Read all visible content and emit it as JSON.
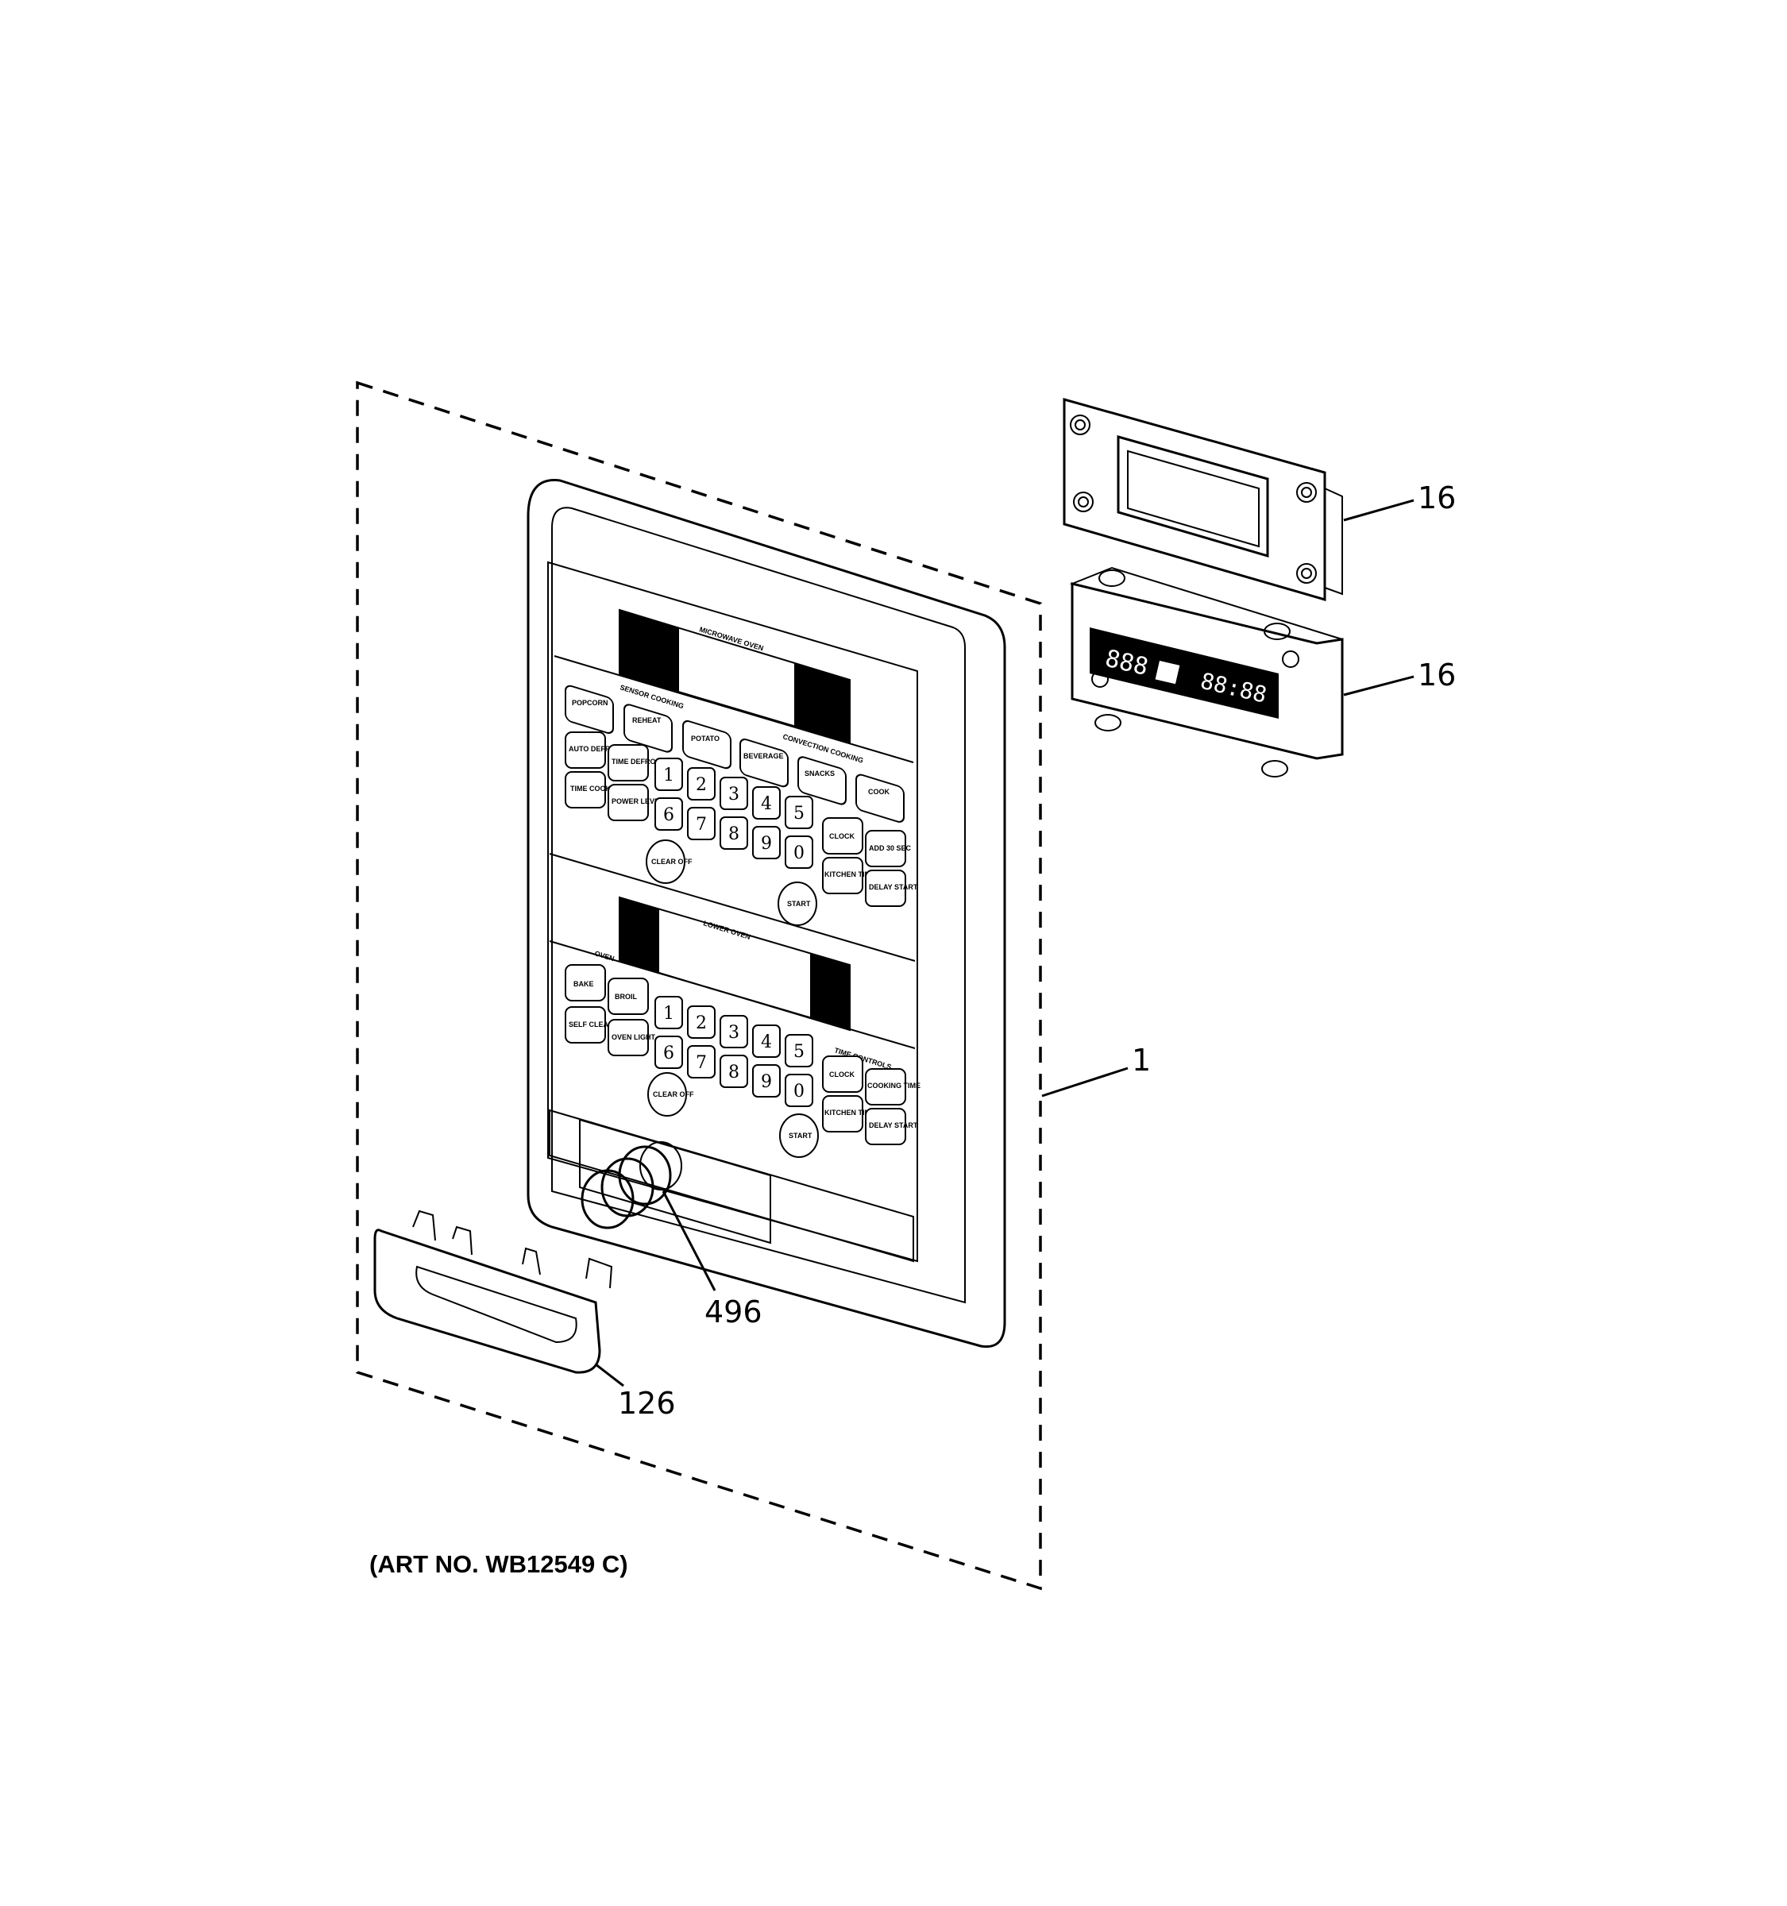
{
  "art_number": "(ART NO. WB12549 C)",
  "callouts": {
    "upper_board": "16",
    "lower_board": "16",
    "control_panel": "1",
    "knob_shaft": "496",
    "handle": "126"
  },
  "panel": {
    "microwave_title": "MICROWAVE OVEN",
    "sensor_cooking": "SENSOR COOKING",
    "convection_cooking": "CONVECTION COOKING",
    "lower_oven_title": "LOWER OVEN",
    "oven_section": "OVEN",
    "time_controls": "TIME CONTROLS",
    "upper_keys": {
      "popcorn": "POPCORN",
      "reheat": "REHEAT",
      "potato": "POTATO",
      "beverage": "BEVERAGE",
      "snacks": "SNACKS",
      "cook": "COOK",
      "auto_defrost": "AUTO DEFROST",
      "time_defrost": "TIME DEFROST",
      "time_cook": "TIME COOK",
      "power_level": "POWER LEVEL",
      "clock": "CLOCK",
      "add_30_sec": "ADD 30 SEC",
      "kitchen_timer": "KITCHEN TIMER",
      "delay_start": "DELAY START",
      "clear_off": "CLEAR OFF",
      "start": "START"
    },
    "upper_digits": [
      "1",
      "2",
      "3",
      "4",
      "5",
      "6",
      "7",
      "8",
      "9",
      "0"
    ],
    "lower_keys": {
      "bake": "BAKE",
      "broil": "BROIL",
      "self_clean": "SELF CLEAN",
      "oven_light": "OVEN LIGHT",
      "clock": "CLOCK",
      "cooking_time": "COOKING TIME",
      "kitchen_timer": "KITCHEN TIMER",
      "delay_start": "DELAY START",
      "clear_off": "CLEAR OFF",
      "start": "START"
    },
    "lower_digits": [
      "1",
      "2",
      "3",
      "4",
      "5",
      "6",
      "7",
      "8",
      "9",
      "0"
    ]
  },
  "display_board": {
    "left_digits": "888",
    "right_digits": "88:88"
  }
}
